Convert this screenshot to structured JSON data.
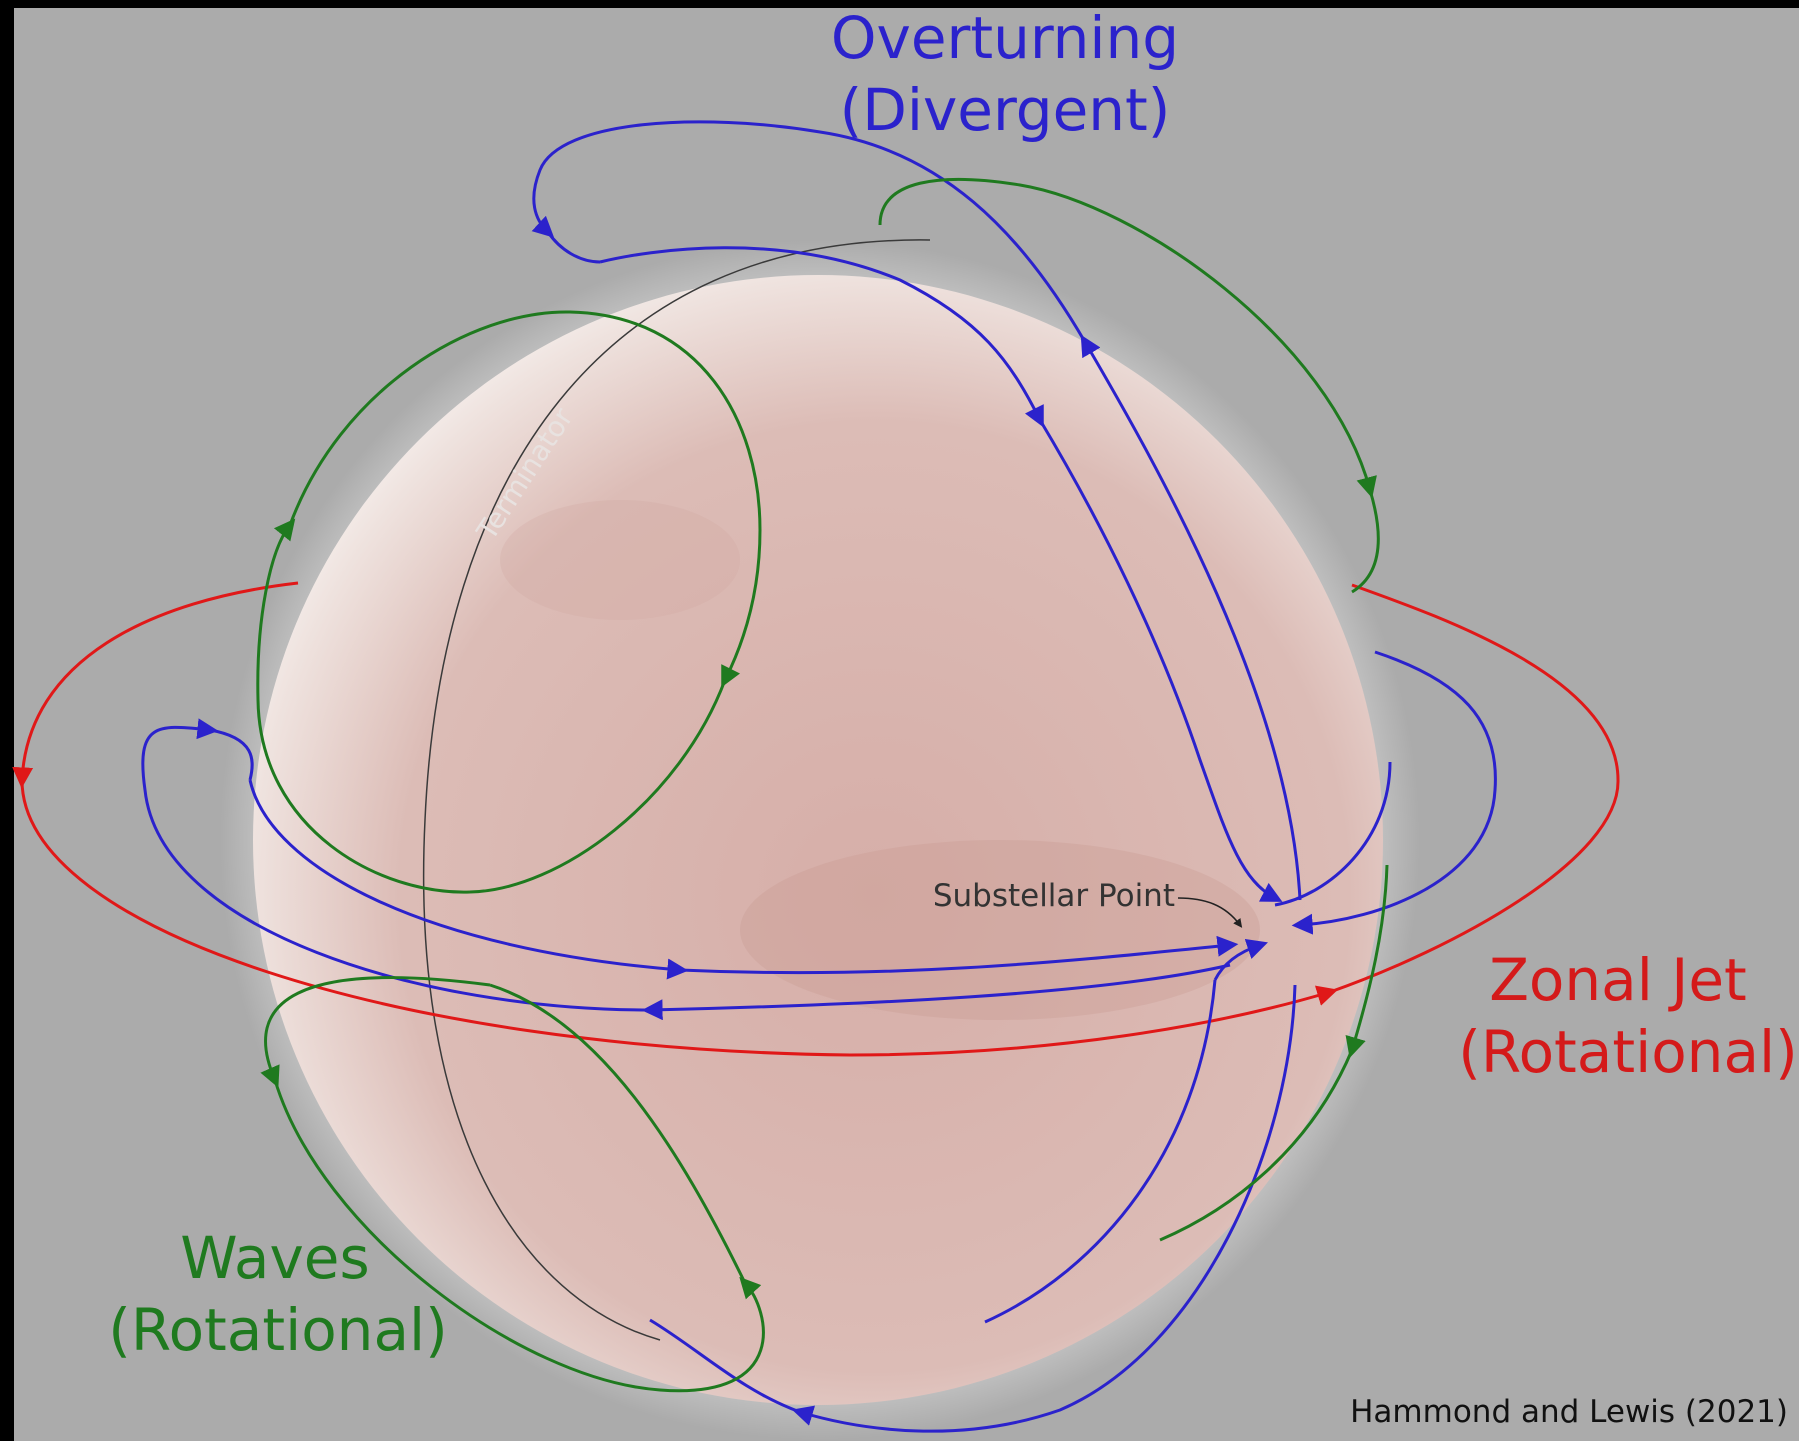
{
  "labels": {
    "overturning_line1": "Overturning",
    "overturning_line2": "(Divergent)",
    "zonal_line1": "Zonal Jet",
    "zonal_line2": "(Rotational)",
    "waves_line1": "Waves",
    "waves_line2": "(Rotational)",
    "terminator": "Terminator",
    "substellar": "Substellar Point",
    "credit": "Hammond and Lewis (2021)"
  },
  "colors": {
    "overturning": "#2b22cc",
    "zonal_jet": "#e01818",
    "waves": "#1f7a1f",
    "terminator": "#3a3a3a",
    "background": "#ababab",
    "planet": "#dcbcb6"
  }
}
